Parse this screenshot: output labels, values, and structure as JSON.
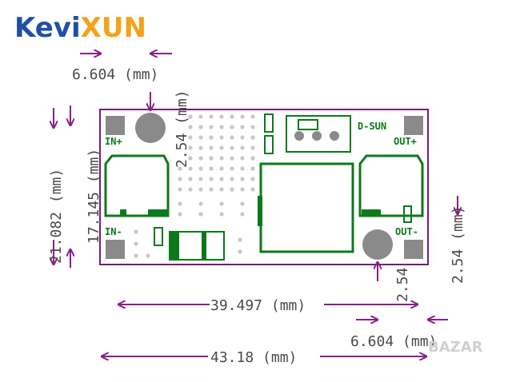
{
  "logo": {
    "part1": "Kevi",
    "part2": "XUN"
  },
  "watermark": "BAZAR",
  "board": {
    "brand": "D-SUN",
    "pin_in_plus": "IN+",
    "pin_in_minus": "IN-",
    "pin_out_plus": "OUT+",
    "pin_out_minus": "OUT-",
    "colors": {
      "outline": "#7a1a7a",
      "silk": "#0b7a1a",
      "pad": "#8a8a8a",
      "via": "#c8c8c8",
      "dim_line": "#8a1f8a"
    }
  },
  "dimensions": {
    "top_hole_pitch": "6.604 (mm)",
    "top_hole_offset": "2.54 (mm)",
    "board_height": "21.082 (mm)",
    "inner_height": "17.145 (mm)",
    "hole_span": "39.497 (mm)",
    "bottom_hole_pitch": "6.604 (mm)",
    "bottom_hole_offset": "2.54",
    "right_offset": "2.54 (mm)",
    "board_width": "43.18 (mm)"
  }
}
